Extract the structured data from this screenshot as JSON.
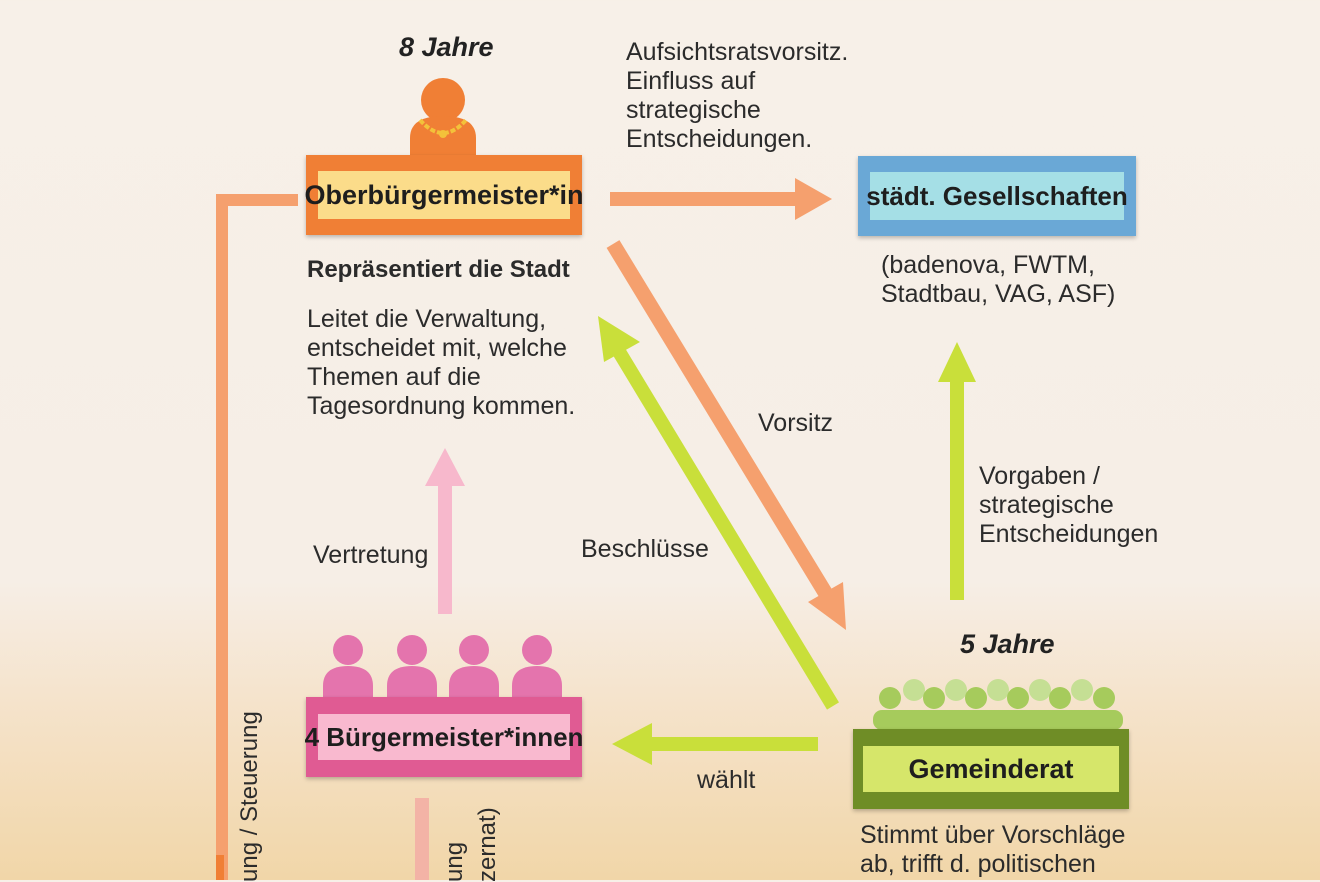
{
  "mayor": {
    "years": "8 Jahre",
    "title": "Oberbürgermeister*in",
    "subtitle": "Repräsentiert die Stadt",
    "description": [
      "Leitet die Verwaltung,",
      "entscheidet mit, welche",
      "Themen auf die",
      "Tagesordnung kommen."
    ]
  },
  "companies": {
    "title": "städt. Gesellschaften",
    "list": [
      "(badenova, FWTM,",
      "Stadtbau, VAG, ASF)"
    ]
  },
  "council": {
    "years": "5 Jahre",
    "title": "Gemeinderat",
    "description": [
      "Stimmt über Vorschläge",
      "ab, trifft d. politischen"
    ]
  },
  "deputies": {
    "title": "4 Bürgermeister*innen"
  },
  "labels": {
    "supervisory": [
      "Aufsichtsratsvorsitz.",
      "Einfluss auf",
      "strategische",
      "Entscheidungen."
    ],
    "chair": "Vorsitz",
    "guidelines": [
      "Vorgaben /",
      "strategische",
      "Entscheidungen"
    ],
    "resolutions": "Beschlüsse",
    "representation": "Vertretung",
    "elects": "wählt",
    "left_vertical": "ung / Steuerung",
    "bottom_vertical_1": "ung",
    "bottom_vertical_2": "zernat)"
  },
  "colors": {
    "orange": "#f07f35",
    "orange_light": "#f5a06e",
    "yellow_fill": "#fbdc8a",
    "blue": "#6aa8d6",
    "blue_fill": "#a5dfe6",
    "green_dark": "#6f8d26",
    "green_fill": "#d6e66a",
    "lime": "#c9df3a",
    "pink": "#e05b93",
    "pink_fill": "#f9b9cf",
    "pink_light": "#f7b8cc"
  }
}
